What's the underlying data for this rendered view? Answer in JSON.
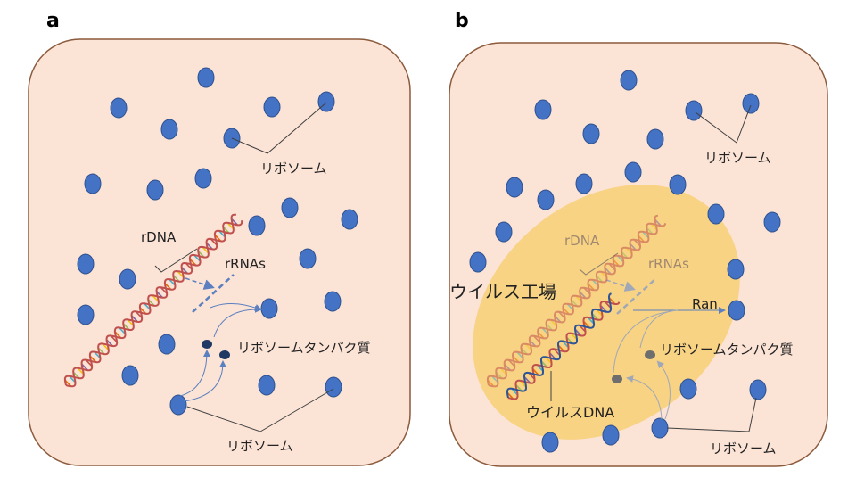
{
  "colors": {
    "cell_fill": "#FBE3D6",
    "cell_stroke": "#8C5A3C",
    "factory_fill": "#F7D07A",
    "ribosome_fill": "#4472C4",
    "ribosome_stroke": "#2F528F",
    "protein_fill": "#1F3864",
    "leader_line": "#404040",
    "arrow_blue": "#5B7FBF",
    "dna_red": "#C0504D",
    "dna_blue": "#2F5597"
  },
  "panel_a": {
    "letter": "a",
    "labels": {
      "ribosome_top": "リボソーム",
      "rdna": "rDNA",
      "rrnas": "rRNAs",
      "ribosomal_protein": "リボソームタンパク質",
      "ribosome_bottom": "リボソーム"
    }
  },
  "panel_b": {
    "letter": "b",
    "labels": {
      "ribosome_top": "リボソーム",
      "virus_factory": "ウイルス工場",
      "rdna": "rDNA",
      "rrnas": "rRNAs",
      "ran": "Ran",
      "ribosomal_protein": "リボソームタンパク質",
      "viral_dna": "ウイルスDNA",
      "ribosome_bottom": "リボソーム"
    }
  }
}
